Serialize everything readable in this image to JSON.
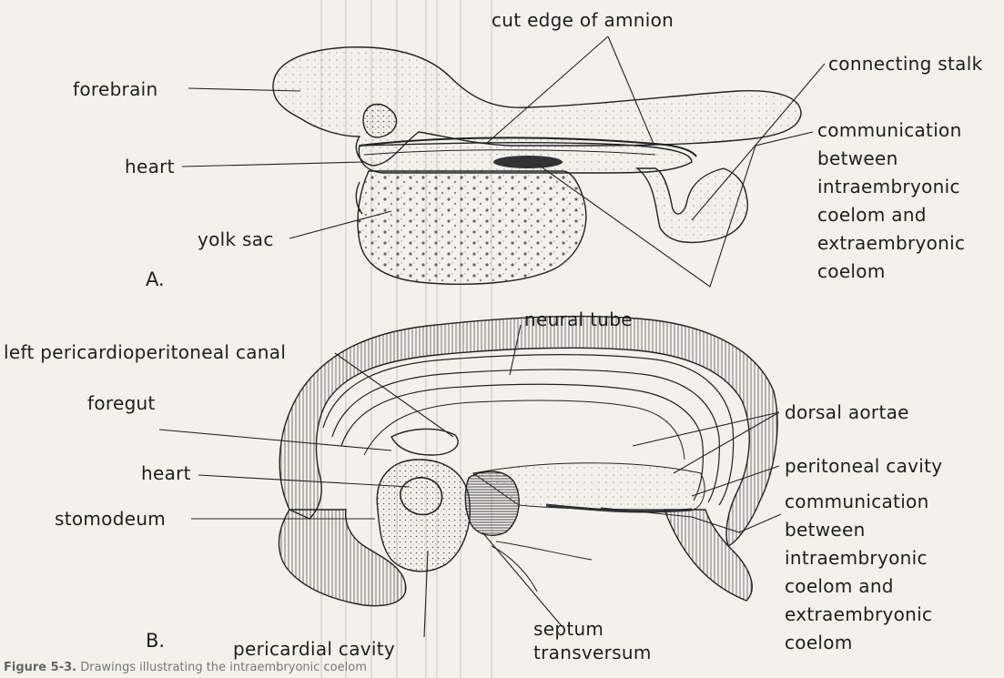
{
  "panel_a": {
    "letter": "A.",
    "labels": {
      "forebrain": "forebrain",
      "heart": "heart",
      "yolk_sac": "yolk sac",
      "cut_edge_of_amnion": "cut edge of amnion",
      "connecting_stalk": "connecting stalk",
      "communication": [
        "communication",
        "between",
        "intraembryonic",
        "coelom and",
        "extraembryonic",
        "coelom"
      ]
    }
  },
  "panel_b": {
    "letter": "B.",
    "labels": {
      "left_pericardioperitoneal_canal": "left pericardioperitoneal canal",
      "neural_tube": "neural tube",
      "foregut": "foregut",
      "heart": "heart",
      "stomodeum": "stomodeum",
      "dorsal_aortae": "dorsal aortae",
      "peritoneal_cavity": "peritoneal cavity",
      "communication": [
        "communication",
        "between",
        "intraembryonic",
        "coelom and",
        "extraembryonic",
        "coelom"
      ],
      "pericardial_cavity": "pericardial cavity",
      "septum_transversum": [
        "septum",
        "transversum"
      ]
    }
  },
  "caption": {
    "figure": "Figure 5-3.",
    "text": "Drawings illustrating the intraembryonic coelom"
  },
  "colors": {
    "paper": "#f3f1ec",
    "ink": "#1e1e1e"
  }
}
